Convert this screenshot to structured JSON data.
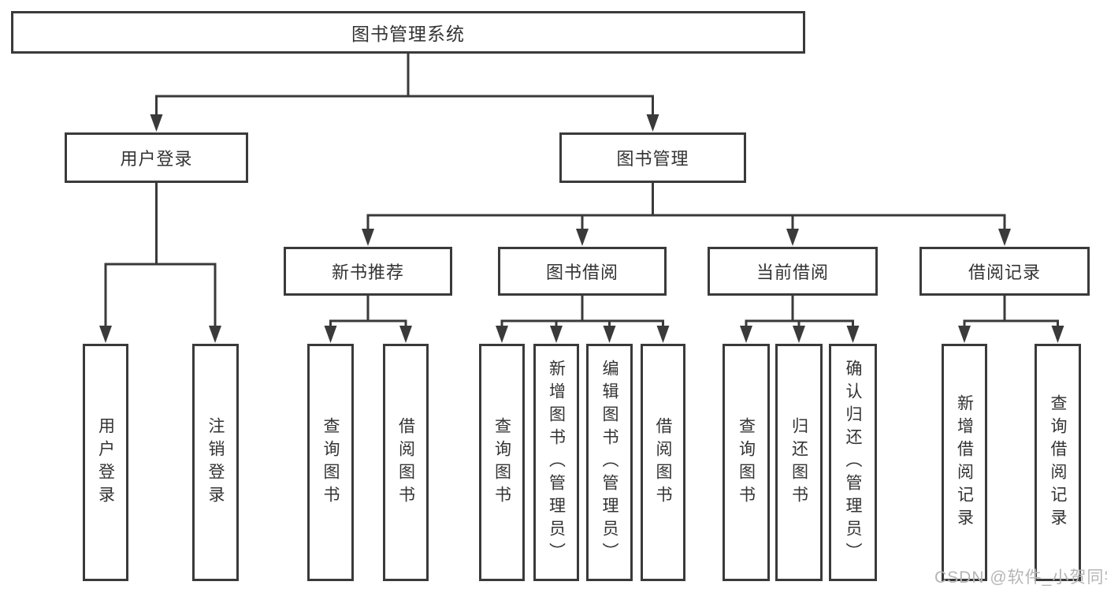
{
  "diagram": {
    "root": "图书管理系统",
    "level2": [
      "用户登录",
      "图书管理"
    ],
    "level3": [
      "新书推荐",
      "图书借阅",
      "当前借阅",
      "借阅记录"
    ],
    "leaves_login": [
      "用户登录",
      "注销登录"
    ],
    "leaves_newbook": [
      "查询图书",
      "借阅图书"
    ],
    "leaves_borrow": [
      "查询图书",
      "新增图书（管理员）",
      "编辑图书（管理员）",
      "借阅图书"
    ],
    "leaves_current": [
      "查询图书",
      "归还图书",
      "确认归还（管理员）"
    ],
    "leaves_records": [
      "新增借阅记录",
      "查询借阅记录"
    ]
  },
  "watermark": "CSDN @软件_小贺同学",
  "colors": {
    "line": "#3a3a3a",
    "border": "#3a3a3a",
    "text": "#333333",
    "background": "#ffffff",
    "watermark": "#b5b5b5"
  }
}
